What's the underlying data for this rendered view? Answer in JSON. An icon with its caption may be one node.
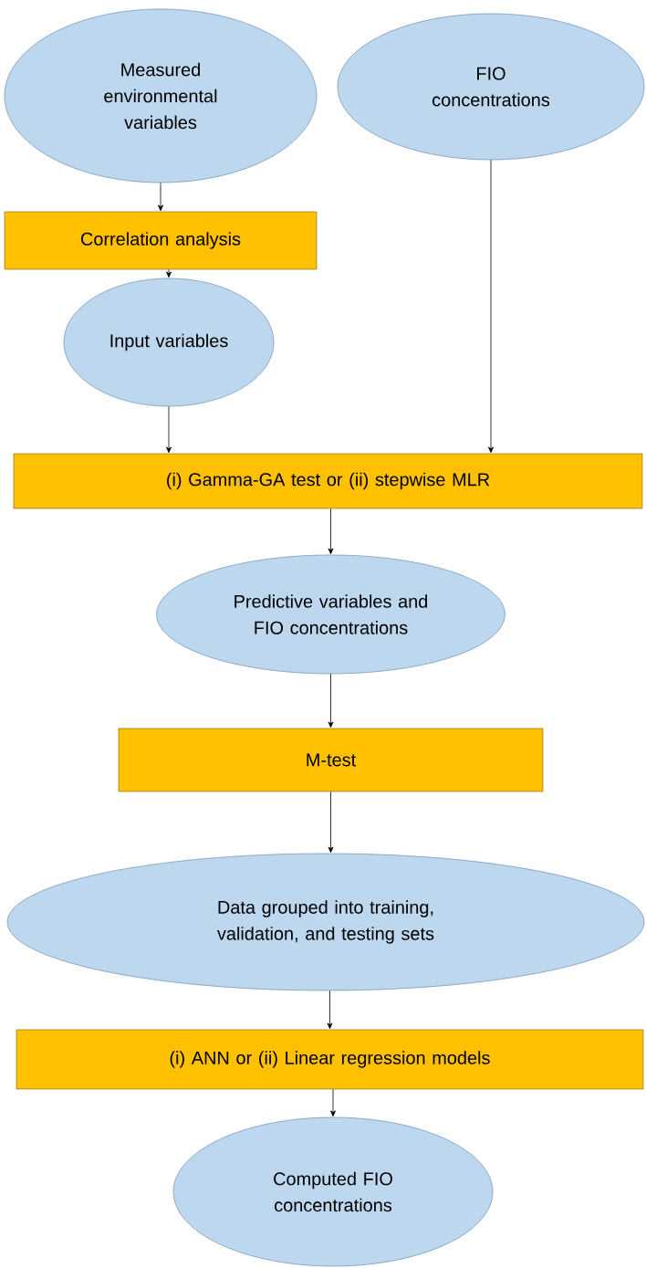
{
  "diagram": {
    "nodes": [
      {
        "text": [
          "Measured environmental variables"
        ]
      },
      {
        "text": [
          "FIO concentrations"
        ]
      },
      {
        "text": [
          "Correlation analysis"
        ]
      },
      {
        "text": [
          "Input variables"
        ]
      },
      {
        "text": [
          "(i) Gamma-GA test or (ii) stepwise MLR"
        ]
      },
      {
        "text": [
          "Predictive variables and FIO concentrations"
        ]
      },
      {
        "text": [
          "M-test"
        ]
      },
      {
        "text": [
          "Data grouped into training, validation, and testing sets"
        ]
      },
      {
        "text": [
          "(i) ANN or (ii) Linear regression models"
        ]
      },
      {
        "text": [
          "Computed FIO concentrations"
        ]
      }
    ],
    "edges": [
      {
        "from": 0,
        "to": 2,
        "arrow": "to"
      },
      {
        "from": 2,
        "to": 3,
        "arrow": "to"
      },
      {
        "from": 3,
        "to": 4,
        "arrow": "to"
      },
      {
        "from": 1,
        "to": 4,
        "arrow": "to"
      },
      {
        "from": 4,
        "to": 5,
        "arrow": "to"
      },
      {
        "from": 5,
        "to": 6,
        "arrow": "to"
      },
      {
        "from": 6,
        "to": 7,
        "arrow": "to"
      },
      {
        "from": 7,
        "to": 8,
        "arrow": "to"
      },
      {
        "from": 8,
        "to": 9,
        "arrow": "to"
      }
    ]
  }
}
